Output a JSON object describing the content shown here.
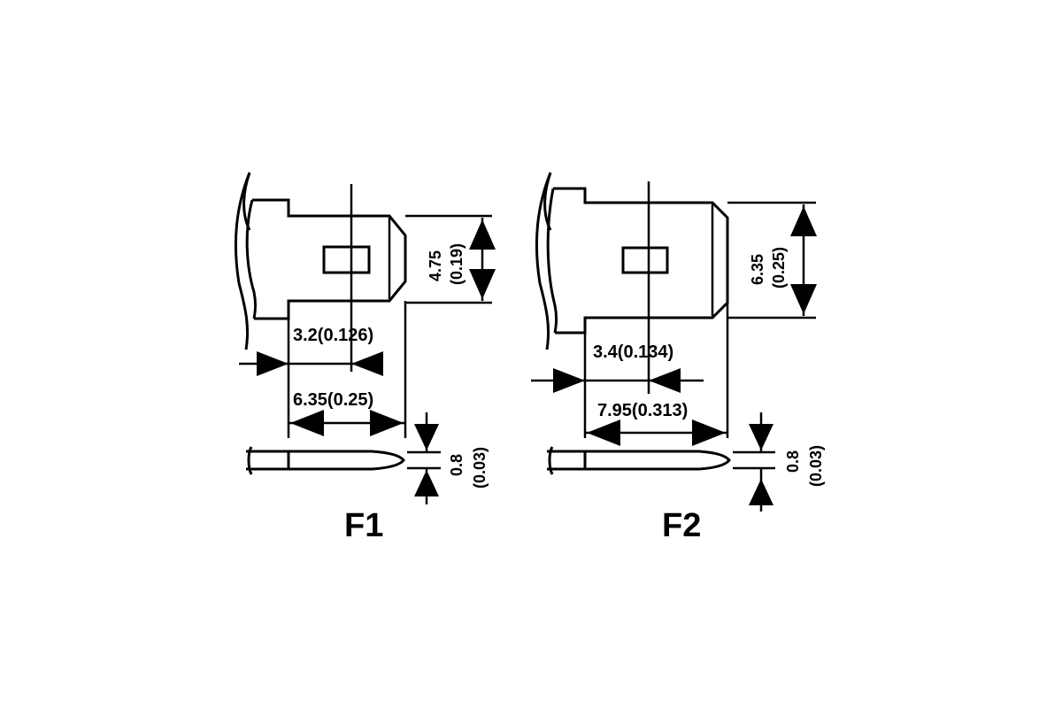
{
  "figures": [
    {
      "label": "F1",
      "width_dim": "6.35(0.25)",
      "offset_dim": "3.2(0.126)",
      "height_dim": "4.75",
      "height_dim_inch": "(0.19)",
      "thickness_dim": "0.8",
      "thickness_dim_inch": "(0.03)"
    },
    {
      "label": "F2",
      "width_dim": "7.95(0.313)",
      "offset_dim": "3.4(0.134)",
      "height_dim": "6.35",
      "height_dim_inch": "(0.25)",
      "thickness_dim": "0.8",
      "thickness_dim_inch": "(0.03)"
    }
  ]
}
